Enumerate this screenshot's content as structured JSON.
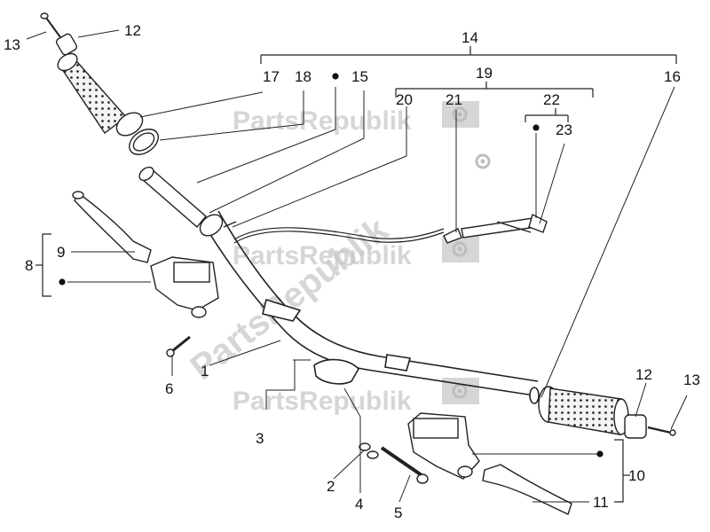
{
  "watermark": {
    "text": "PartsRepublik"
  },
  "callouts": {
    "n1": "1",
    "n2": "2",
    "n3": "3",
    "n4": "4",
    "n5": "5",
    "n6": "6",
    "n8": "8",
    "n9": "9",
    "n10": "10",
    "n11": "11",
    "n12_top": "12",
    "n12_right": "12",
    "n13_top": "13",
    "n13_right": "13",
    "n14": "14",
    "n15": "15",
    "n16": "16",
    "n17": "17",
    "n18": "18",
    "n19": "19",
    "n20": "20",
    "n21": "21",
    "n22": "22",
    "n23": "23"
  },
  "colors": {
    "line": "#222222",
    "watermark": "#c9c9c9"
  },
  "icons": [
    "gear-icon",
    "flag-icon",
    "bullet-dot"
  ]
}
